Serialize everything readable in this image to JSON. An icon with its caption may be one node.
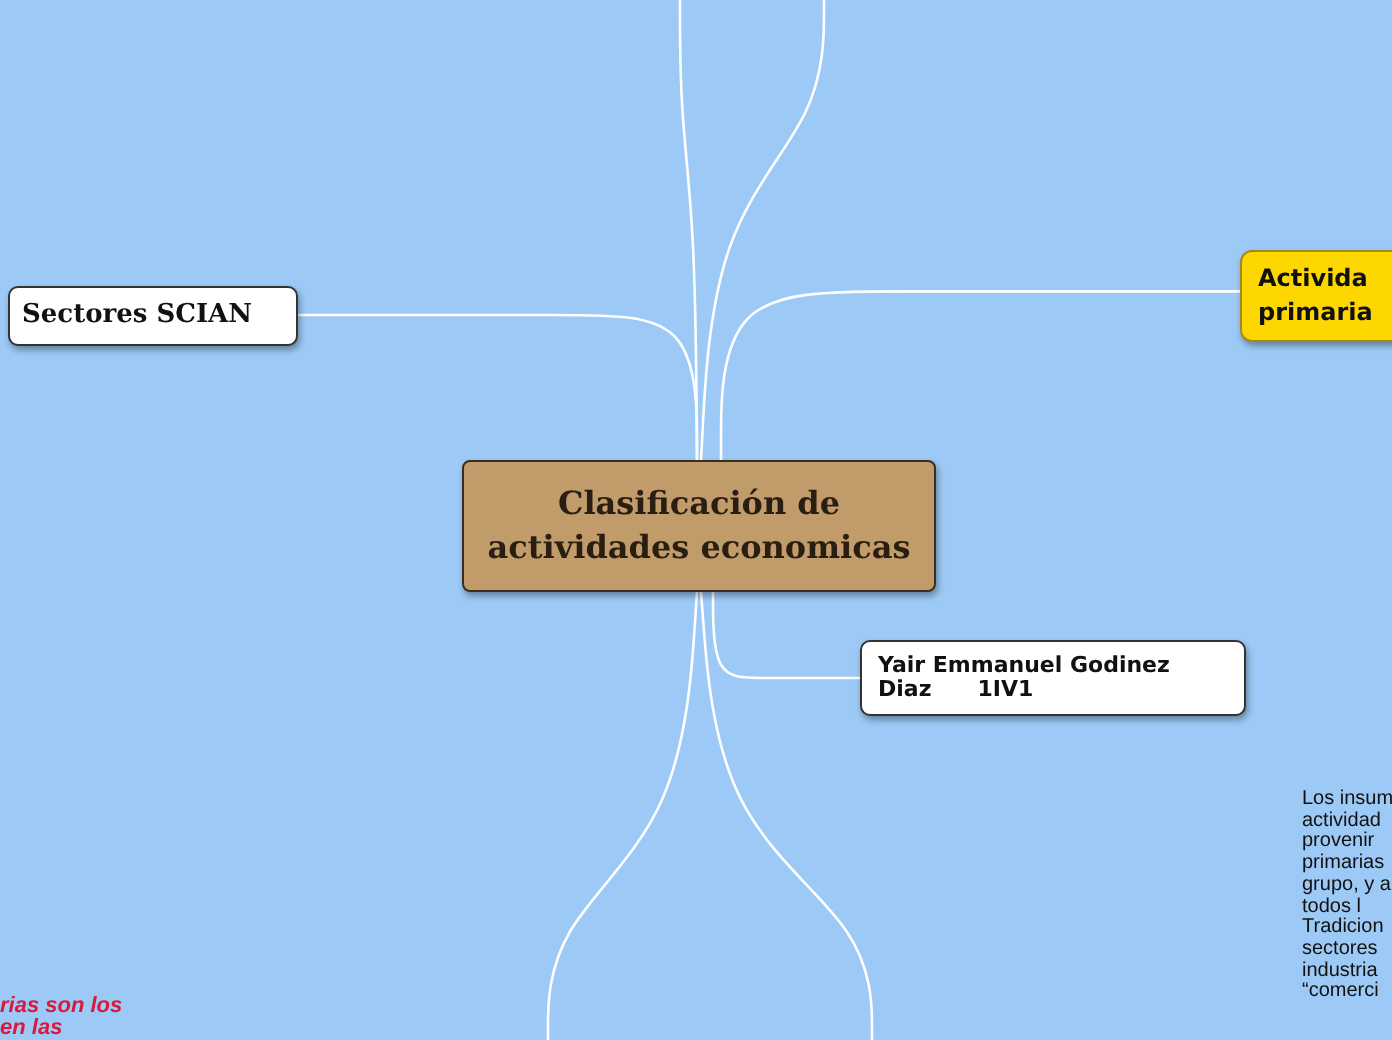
{
  "diagram": {
    "nodes": [
      {
        "text": [
          "Clasificación de actividades economicas"
        ]
      },
      {
        "text": [
          "Sectores SCIAN"
        ]
      },
      {
        "text": [
          "Activida primaria"
        ]
      },
      {
        "text": [
          "Yair Emmanuel Godinez Diaz      1IV1"
        ]
      },
      {
        "text": [
          "Los insum actividad provenir primarias grupo, y a todos l Tradicion sectores industria “comerci"
        ]
      },
      {
        "text": [
          "rias son los en las"
        ]
      }
    ],
    "edges": [
      {
        "from": 0,
        "to": 1,
        "arrow": "none"
      },
      {
        "from": 0,
        "to": 2,
        "arrow": "none"
      },
      {
        "from": 0,
        "to": 3,
        "arrow": "none"
      },
      {
        "from": 0,
        "to": null,
        "arrow": "none"
      },
      {
        "from": 0,
        "to": null,
        "arrow": "none"
      },
      {
        "from": 0,
        "to": null,
        "arrow": "none"
      },
      {
        "from": 0,
        "to": null,
        "arrow": "none"
      }
    ]
  }
}
